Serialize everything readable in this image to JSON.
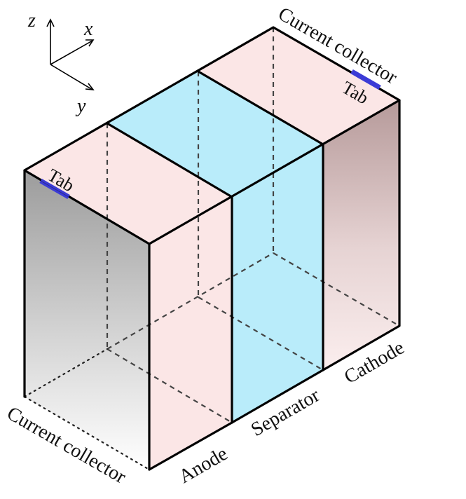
{
  "axes": {
    "z": "z",
    "x": "x",
    "y": "y"
  },
  "labels": {
    "current_collector_top": "Current collector",
    "current_collector_bottom": "Current collector",
    "tab_left": "Tab",
    "tab_right": "Tab",
    "anode": "Anode",
    "separator": "Separator",
    "cathode": "Cathode"
  },
  "colors": {
    "electrode": "#fbe6e6",
    "separator": "#b9ecfa",
    "tab": "#3b3bd6",
    "collector_left": "#9f9f9f",
    "collector_right": "#b89a9a"
  }
}
